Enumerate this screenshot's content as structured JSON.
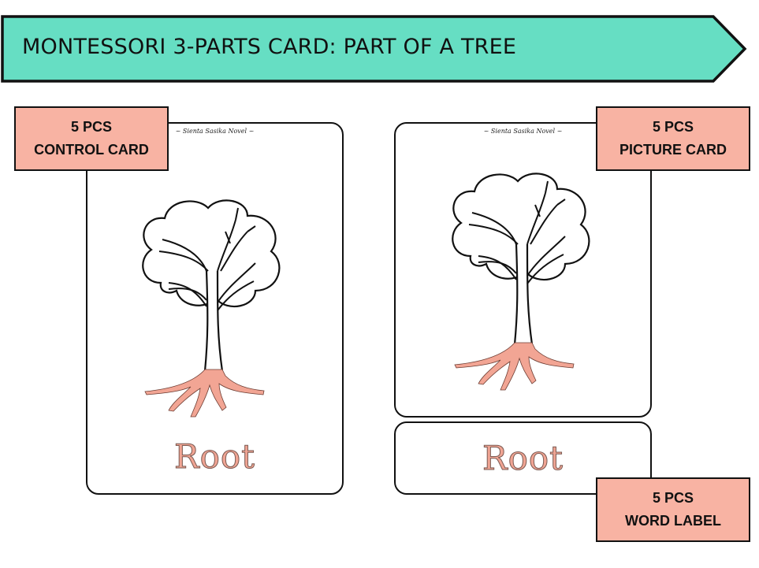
{
  "banner": {
    "title": "MONTESSORI 3-PARTS CARD: PART OF A TREE",
    "color": "#66dec3"
  },
  "control_card": {
    "brand": "~ Sienta Sasika Novel ~",
    "word": "Root",
    "tag": {
      "count": "5 PCS",
      "label": "CONTROL CARD"
    }
  },
  "picture_card": {
    "brand": "~ Sienta Sasika Novel ~",
    "tag": {
      "count": "5 PCS",
      "label": "PICTURE CARD"
    }
  },
  "word_label": {
    "word": "Root",
    "tag": {
      "count": "5 PCS",
      "label": "WORD LABEL"
    }
  },
  "colors": {
    "tag_fill": "#f8b3a3",
    "root_color": "#f2a594",
    "outline": "#111111"
  },
  "icons": [
    "tree-illustration-icon",
    "banner-arrow-shape"
  ]
}
